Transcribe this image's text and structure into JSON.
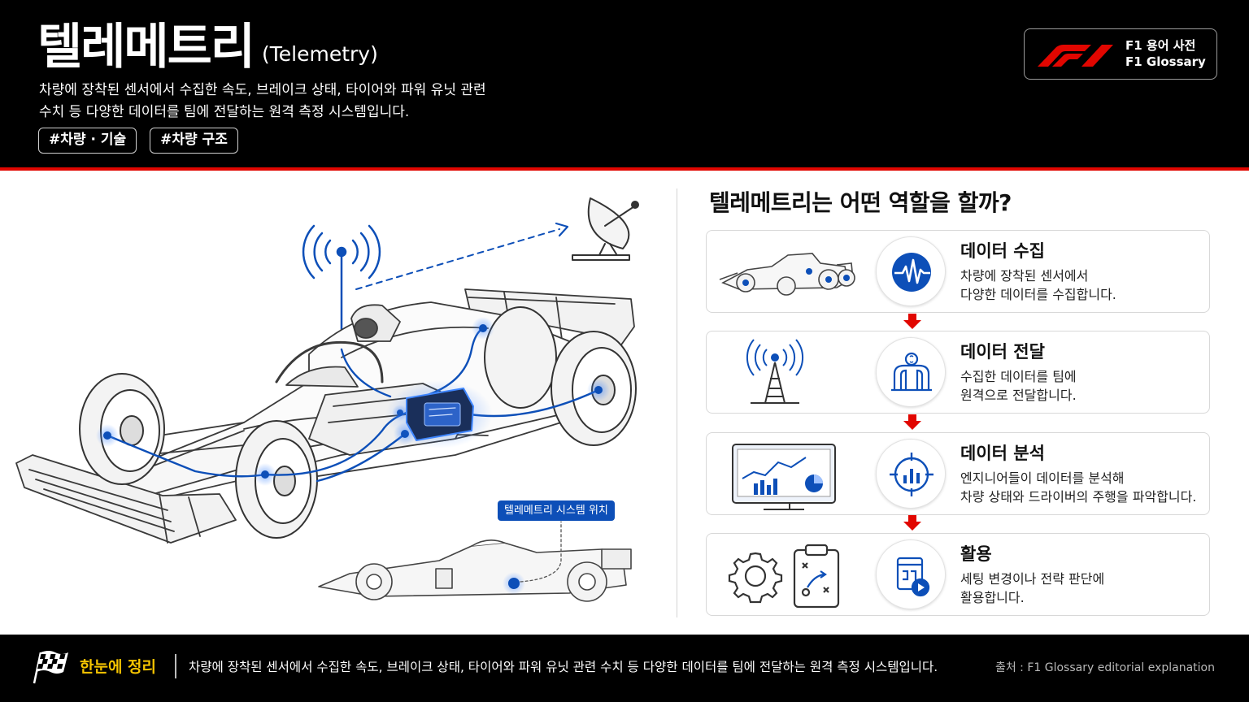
{
  "header": {
    "title_ko": "텔레메트리",
    "title_en": "(Telemetry)",
    "description_line1": "차량에 장착된 센서에서 수집한 속도, 브레이크 상태, 타이어와 파워 유닛 관련",
    "description_line2": "수치 등 다양한 데이터를 팀에 전달하는 원격 측정 시스템입니다.",
    "tags": [
      "#차량 · 기술",
      "#차량 구조"
    ],
    "glossary_ko": "F1 용어 사전",
    "glossary_en": "F1 Glossary"
  },
  "illustration": {
    "location_label": "텔레메트리 시스템 위치"
  },
  "right_panel": {
    "title": "텔레메트리는 어떤 역할을 할까?",
    "cards": [
      {
        "title": "데이터 수집",
        "line1": "차량에 장착된 센서에서",
        "line2": "다양한 데이터를 수집합니다.",
        "icon": "waveform-icon"
      },
      {
        "title": "데이터 전달",
        "line1": "수집한 데이터를 팀에",
        "line2": "원격으로 전달합니다.",
        "icon": "team-garage-icon"
      },
      {
        "title": "데이터 분석",
        "line1": "엔지니어들이 데이터를 분석해",
        "line2": "차량 상태와 드라이버의 주행을 파악합니다.",
        "icon": "analysis-target-icon"
      },
      {
        "title": "활용",
        "line1": "세팅 변경이나 전략 판단에",
        "line2": "활용합니다.",
        "icon": "strategy-play-icon"
      }
    ]
  },
  "footer": {
    "label": "한눈에 정리",
    "summary": "차량에 장착된 센서에서 수집한 속도, 브레이크 상태, 타이어와 파워 유닛 관련 수치 등 다양한 데이터를 팀에 전달하는 원격 측정 시스템입니다.",
    "source": "출처 : F1 Glossary editorial explanation"
  },
  "colors": {
    "accent_red": "#e10600",
    "accent_blue": "#0d4fb8",
    "footer_label": "#f5c400",
    "background_dark": "#000000"
  }
}
